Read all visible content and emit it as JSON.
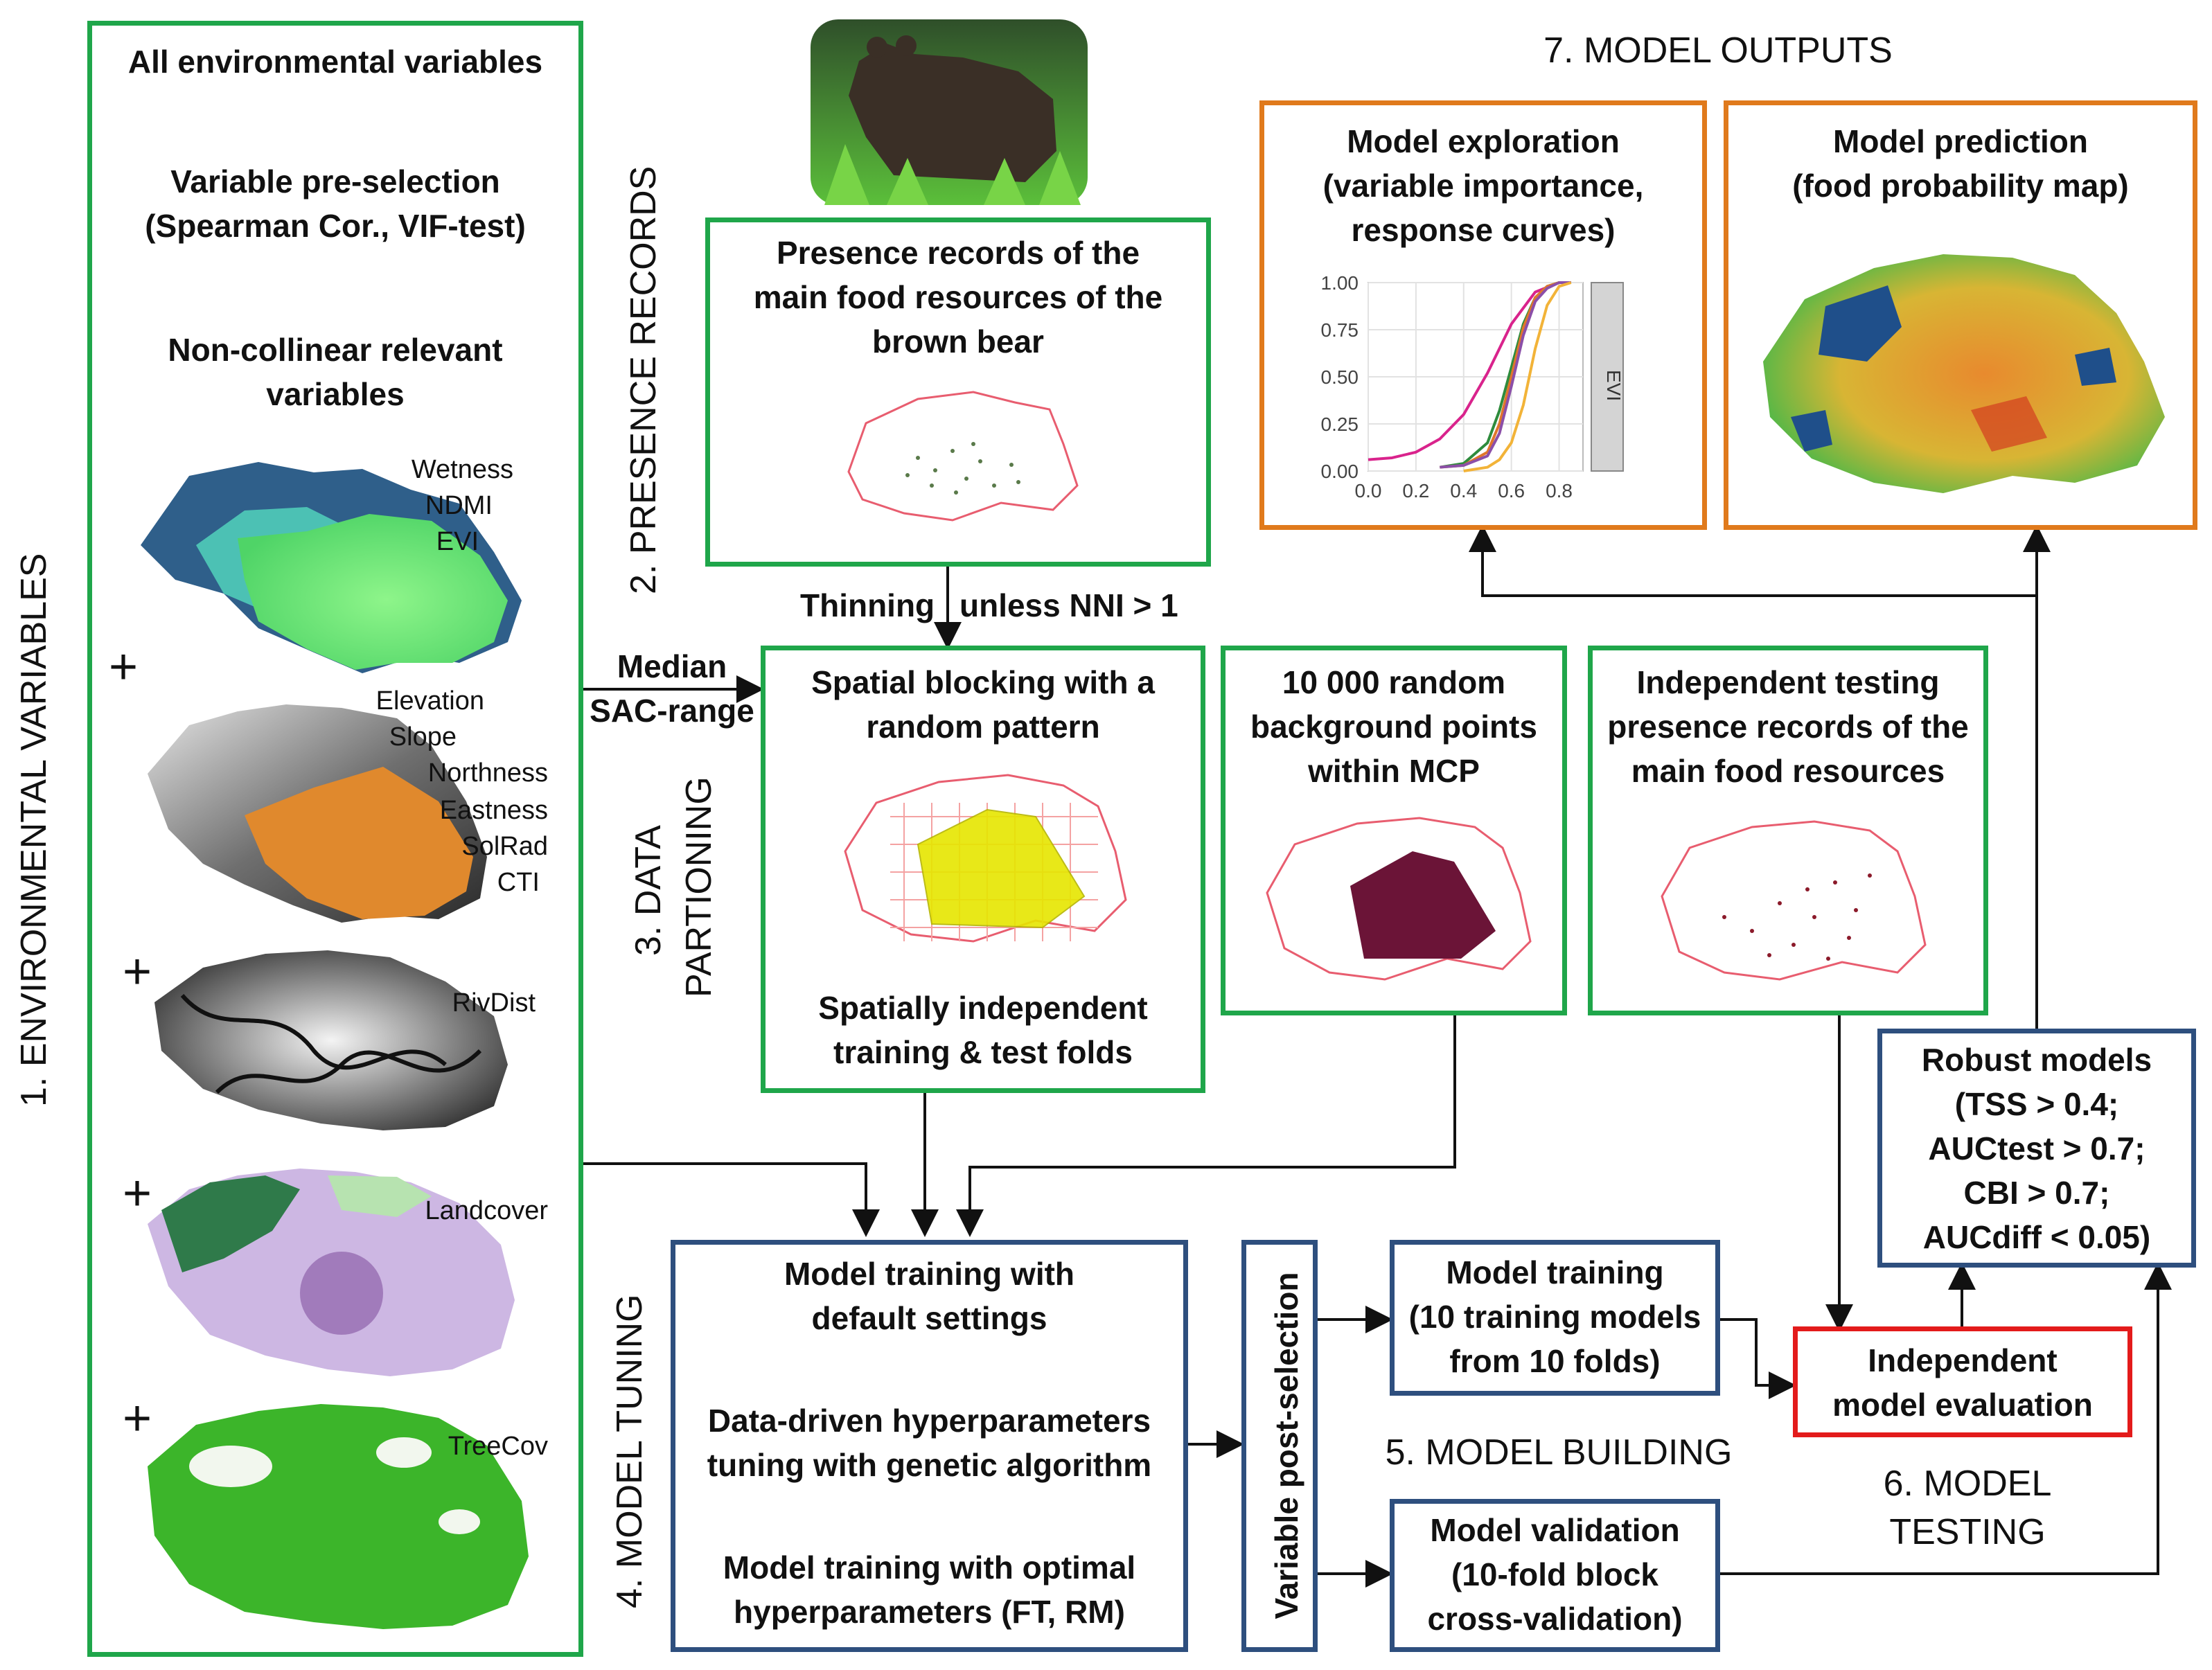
{
  "sections": {
    "env": "1. ENVIRONMENTAL VARIABLES",
    "presence": "2. PRESENCE RECORDS",
    "partition_1": "3. DATA",
    "partition_2": "PARTIONING",
    "tuning": "4. MODEL TUNING",
    "building": "5. MODEL BUILDING",
    "testing_1": "6. MODEL",
    "testing_2": "TESTING",
    "outputs": "7. MODEL OUTPUTS"
  },
  "env_box": {
    "step1": "All environmental variables",
    "step2a": "Variable pre-selection",
    "step2b": "(Spearman Cor., VIF-test)",
    "step3a": "Non-collinear relevant",
    "step3b": "variables",
    "plus": "+",
    "group1": [
      "Wetness",
      "NDMI",
      "EVI"
    ],
    "group2": [
      "Elevation",
      "Slope",
      "Northness",
      "Eastness",
      "SolRad",
      "CTI"
    ],
    "group3": [
      "RivDist"
    ],
    "group4": [
      "Landcover"
    ],
    "group5": [
      "TreeCov"
    ]
  },
  "presence_box": {
    "l1": "Presence records of the",
    "l2": "main food resources of the",
    "l3": "brown bear"
  },
  "thinning": {
    "left": "Thinning",
    "right": "unless NNI > 1"
  },
  "median": {
    "l1": "Median",
    "l2": "SAC-range"
  },
  "blocking_box": {
    "l1": "Spatial blocking with a",
    "l2": "random pattern",
    "l3": "Spatially independent",
    "l4": "training & test folds"
  },
  "background_box": {
    "l1": "10 000 random",
    "l2": "background points",
    "l3": "within MCP"
  },
  "indep_box": {
    "l1": "Independent testing",
    "l2": "presence records of the",
    "l3": "main food resources"
  },
  "exploration_box": {
    "l1": "Model exploration",
    "l2": "(variable importance,",
    "l3": "response curves)"
  },
  "prediction_box": {
    "l1": "Model prediction",
    "l2": "(food probability map)"
  },
  "tuning_box": {
    "l1": "Model training with",
    "l2": "default settings",
    "l3": "Data-driven hyperparameters",
    "l4": "tuning with genetic algorithm",
    "l5": "Model training with optimal",
    "l6": "hyperparameters (FT, RM)"
  },
  "post_selection": "Variable post-selection",
  "training_box": {
    "l1": "Model training",
    "l2": "(10 training models",
    "l3": "from 10 folds)"
  },
  "validation_box": {
    "l1": "Model validation",
    "l2": "(10-fold block",
    "l3": "cross-validation)"
  },
  "evaluation_box": {
    "l1": "Independent",
    "l2": "model evaluation"
  },
  "robust_box": {
    "l1": "Robust models",
    "l2": "(TSS > 0.4;",
    "l3": "AUCtest > 0.7;",
    "l4": "CBI > 0.7;",
    "l5": "AUCdiff < 0.05)"
  },
  "chart_data": {
    "type": "line",
    "panel_label": "EVI",
    "xlim": [
      0,
      0.9
    ],
    "ylim": [
      0,
      1
    ],
    "x_ticks": [
      "0.0",
      "0.2",
      "0.4",
      "0.6",
      "0.8"
    ],
    "y_ticks": [
      "0.00",
      "0.25",
      "0.50",
      "0.75",
      "1.00"
    ],
    "grid": true,
    "series": [
      {
        "color": "#d9238c",
        "x": [
          0,
          0.1,
          0.2,
          0.3,
          0.4,
          0.5,
          0.6,
          0.7,
          0.8,
          0.85
        ],
        "y": [
          0.06,
          0.07,
          0.1,
          0.17,
          0.3,
          0.52,
          0.78,
          0.95,
          1.0,
          1.0
        ]
      },
      {
        "color": "#2e8b3c",
        "x": [
          0.3,
          0.4,
          0.5,
          0.55,
          0.6,
          0.65,
          0.7,
          0.75,
          0.8,
          0.85
        ],
        "y": [
          0.02,
          0.04,
          0.15,
          0.32,
          0.55,
          0.78,
          0.92,
          0.98,
          1.0,
          1.0
        ]
      },
      {
        "color": "#e0762b",
        "x": [
          0.3,
          0.4,
          0.5,
          0.55,
          0.6,
          0.65,
          0.7,
          0.75,
          0.8,
          0.85
        ],
        "y": [
          0.02,
          0.03,
          0.1,
          0.25,
          0.5,
          0.76,
          0.92,
          0.98,
          1.0,
          1.0
        ]
      },
      {
        "color": "#8b4fa8",
        "x": [
          0.3,
          0.4,
          0.5,
          0.55,
          0.6,
          0.65,
          0.7,
          0.75,
          0.8,
          0.85
        ],
        "y": [
          0.02,
          0.03,
          0.08,
          0.2,
          0.45,
          0.72,
          0.9,
          0.97,
          1.0,
          1.0
        ]
      },
      {
        "color": "#f2b338",
        "x": [
          0.4,
          0.5,
          0.55,
          0.6,
          0.65,
          0.7,
          0.75,
          0.8,
          0.85
        ],
        "y": [
          0.0,
          0.02,
          0.06,
          0.15,
          0.35,
          0.65,
          0.88,
          0.98,
          1.0
        ]
      }
    ]
  }
}
